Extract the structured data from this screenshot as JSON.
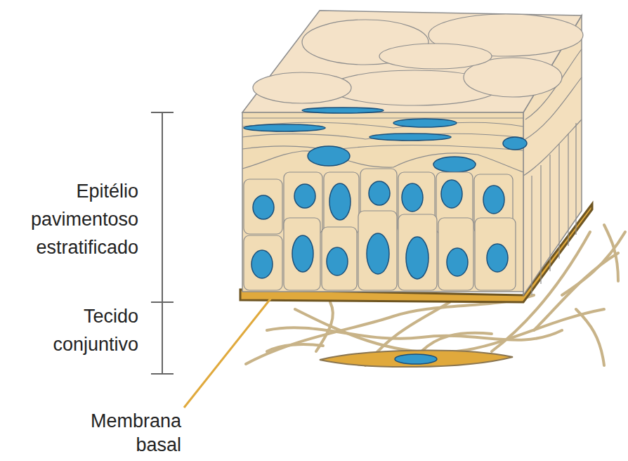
{
  "diagram": {
    "labels": [
      "Epitélio pavimentoso estratificado",
      "Tecido conjuntivo",
      "Membrana basal"
    ]
  }
}
